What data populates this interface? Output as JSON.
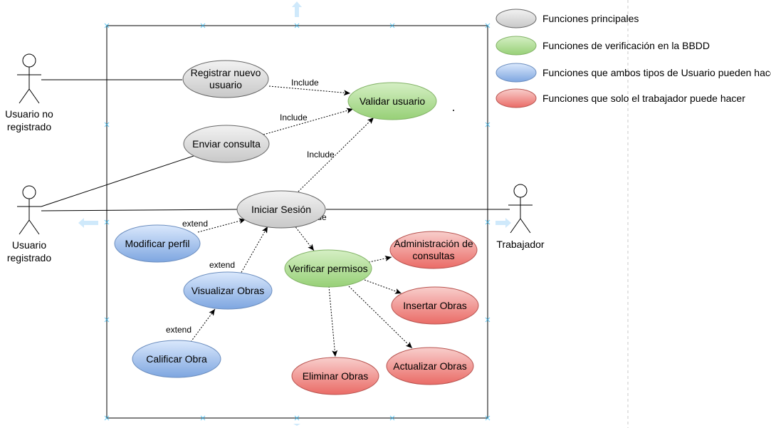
{
  "legend": [
    {
      "label": "Funciones principales",
      "color_top": "#f2f2f2",
      "color_bottom": "#c8c8c8",
      "stroke": "#666666"
    },
    {
      "label": "Funciones de verificación en la BBDD",
      "color_top": "#d5efc4",
      "color_bottom": "#97d077",
      "stroke": "#82b366"
    },
    {
      "label": "Funciones que ambos tipos de Usuario pueden hacer",
      "color_top": "#dae8fc",
      "color_bottom": "#7ea6e0",
      "stroke": "#6c8ebf"
    },
    {
      "label": "Funciones que solo el trabajador puede hacer",
      "color_top": "#f8cecc",
      "color_bottom": "#ea6b66",
      "stroke": "#b85450"
    }
  ],
  "actors": {
    "no_registrado": {
      "line1": "Usuario no",
      "line2": "registrado"
    },
    "registrado": {
      "line1": "Usuario",
      "line2": "registrado"
    },
    "trabajador": {
      "line1": "Trabajador"
    }
  },
  "use_cases": {
    "registrar": {
      "line1": "Registrar nuevo",
      "line2": "usuario"
    },
    "validar": {
      "line1": "Validar usuario"
    },
    "consulta": {
      "line1": "Enviar consulta"
    },
    "sesion": {
      "line1": "Iniciar Sesión"
    },
    "modificar": {
      "line1": "Modificar perfil"
    },
    "visualizar": {
      "line1": "Visualizar Obras"
    },
    "calificar": {
      "line1": "Calificar Obra"
    },
    "verificar": {
      "line1": "Verificar permisos"
    },
    "administracion": {
      "line1": "Administración de",
      "line2": "consultas"
    },
    "insertar": {
      "line1": "Insertar Obras"
    },
    "eliminar": {
      "line1": "Eliminar Obras"
    },
    "actualizar": {
      "line1": "Actualizar Obras"
    }
  },
  "edge_labels": {
    "include_registrar": "Include",
    "include_consulta": "Include",
    "include_sesion": "Include",
    "include_verificar": "Include",
    "extend_modificar": "extend",
    "extend_visualizar": "extend",
    "extend_calificar": "extend"
  }
}
